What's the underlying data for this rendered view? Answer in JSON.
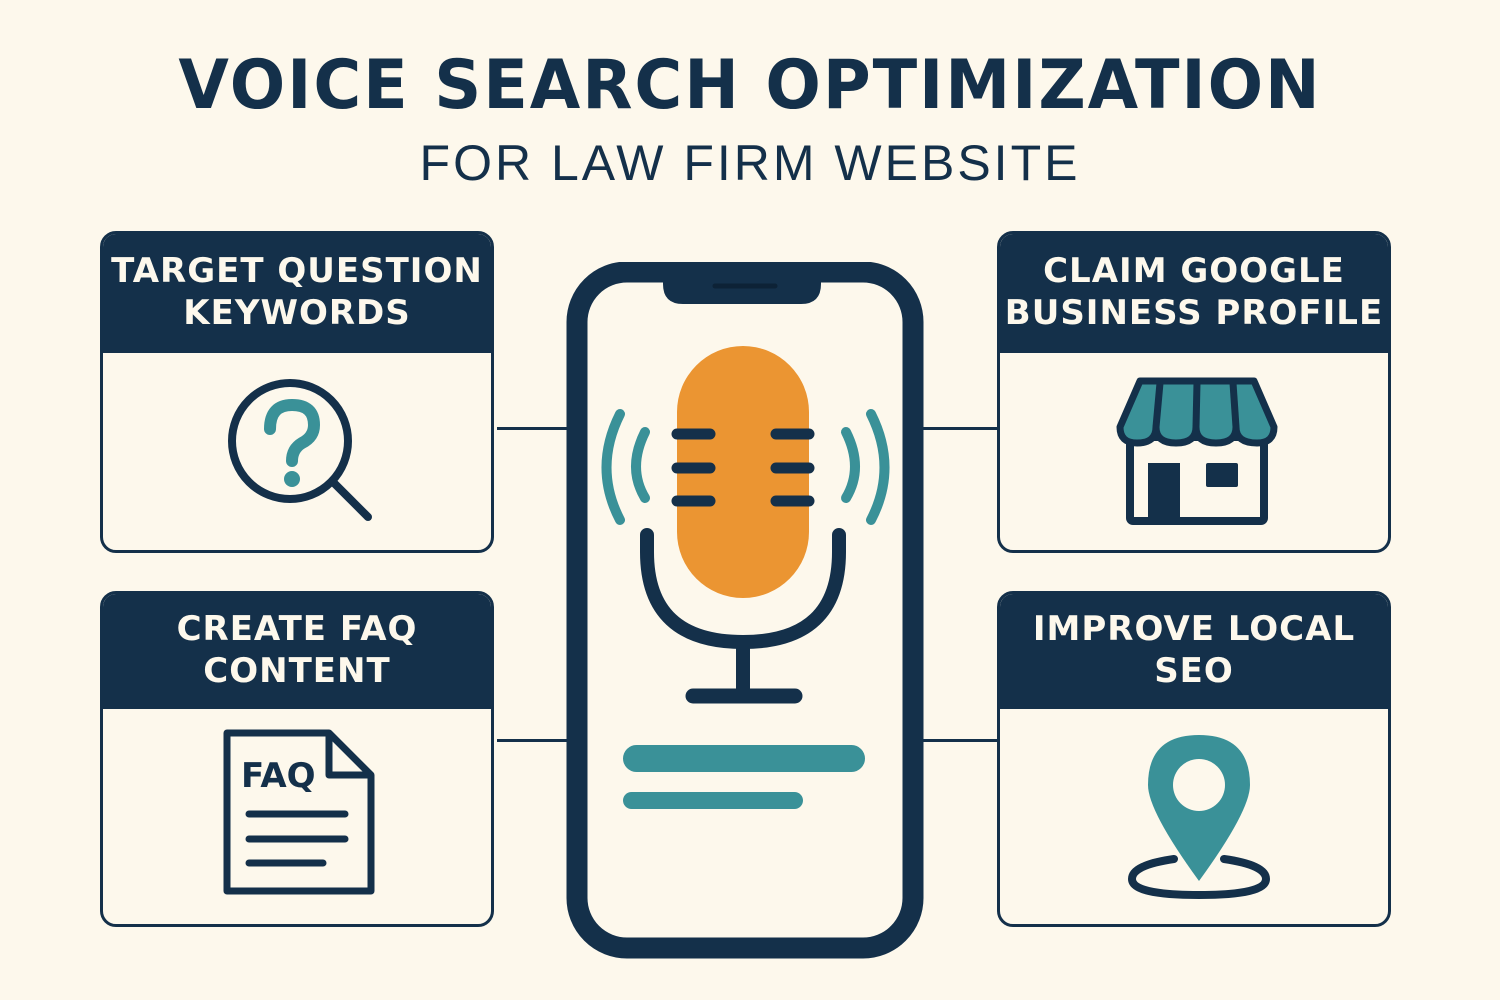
{
  "header": {
    "title": "VOICE SEARCH OPTIMIZATION",
    "subtitle": "FOR LAW FIRM WEBSITE"
  },
  "cards": [
    {
      "id": "target-question-keywords",
      "line1": "TARGET QUESTION",
      "line2": "KEYWORDS",
      "icon": "magnifier-question-icon",
      "position": "top-left"
    },
    {
      "id": "claim-google-business-profile",
      "line1": "CLAIM GOOGLE",
      "line2": "BUSINESS PROFILE",
      "icon": "storefront-icon",
      "position": "top-right"
    },
    {
      "id": "create-faq-content",
      "line1": "CREATE FAQ",
      "line2": "CONTENT",
      "icon": "faq-document-icon",
      "icon_text": "FAQ",
      "position": "bottom-left"
    },
    {
      "id": "improve-local-seo",
      "line1": "IMPROVE LOCAL",
      "line2": "SEO",
      "icon": "location-pin-icon",
      "position": "bottom-right"
    }
  ],
  "center": {
    "icon": "smartphone-microphone-icon",
    "description": "Smartphone with microphone and sound waves"
  },
  "colors": {
    "navy": "#14304a",
    "teal": "#3a9198",
    "orange": "#eb9532",
    "background": "#fdf8ec"
  }
}
